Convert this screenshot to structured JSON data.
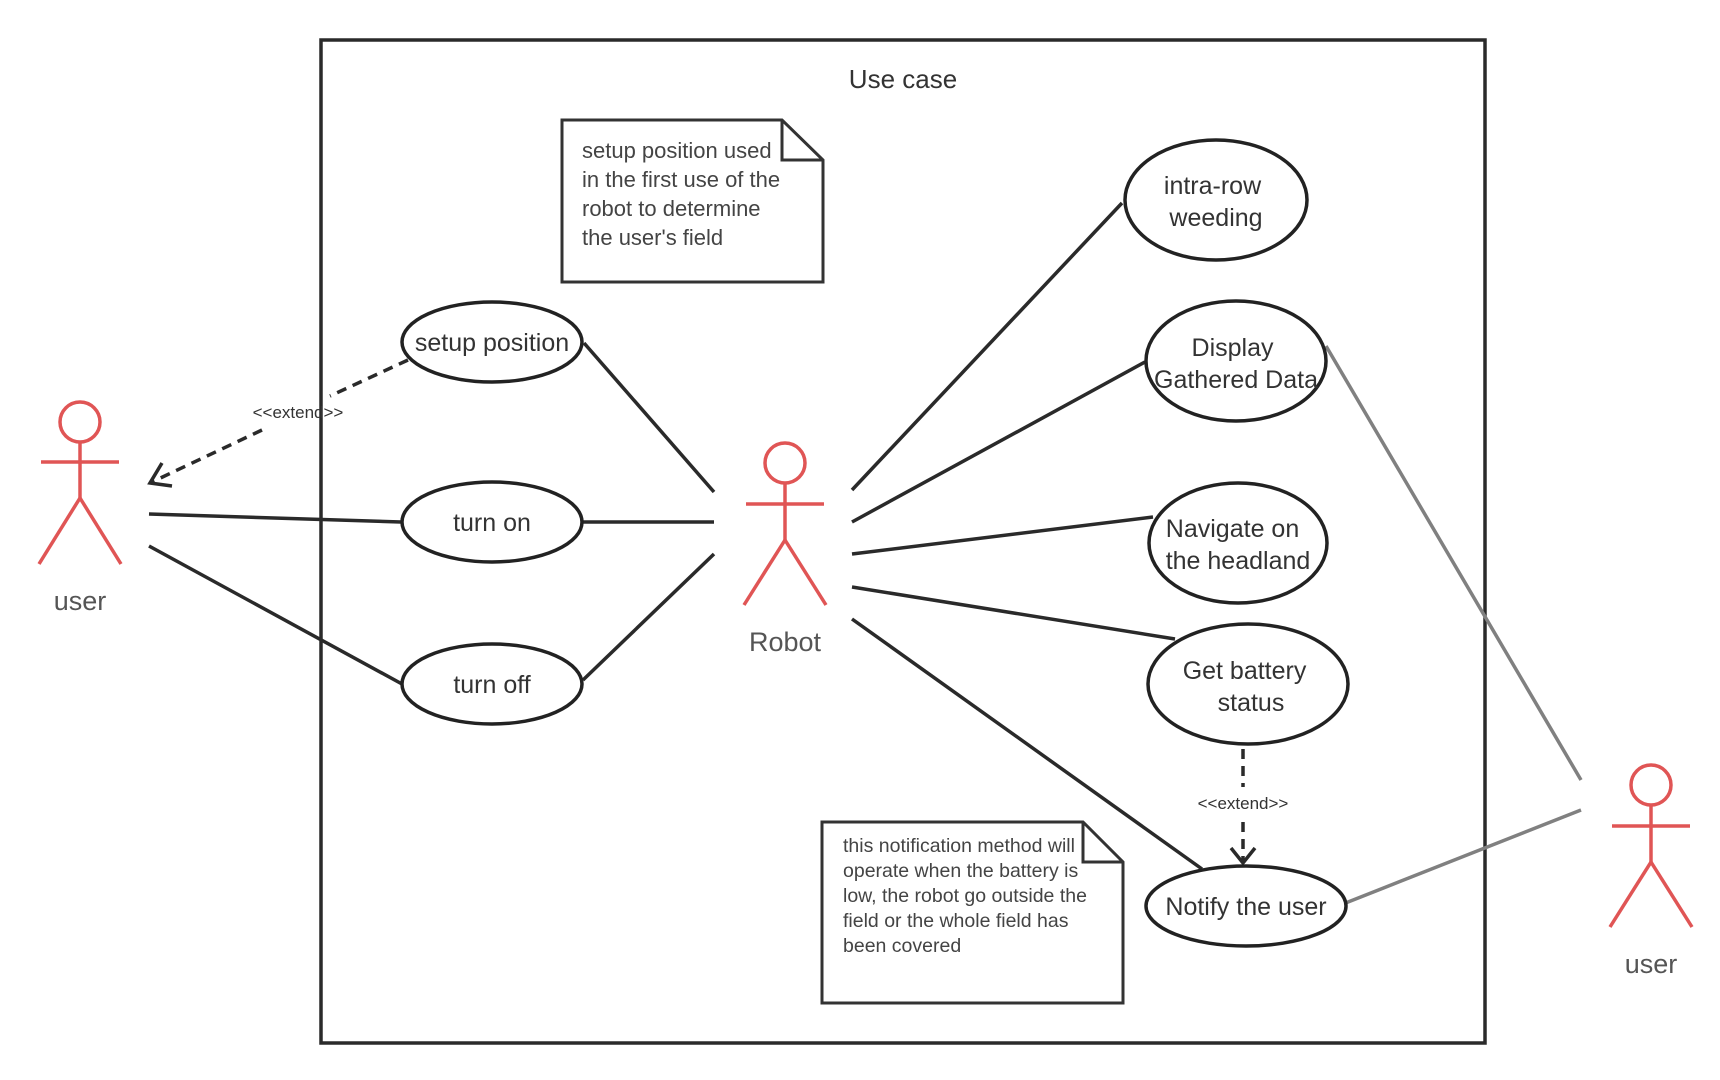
{
  "system_boundary": {
    "title": "Use case"
  },
  "actors": {
    "left_user": "user",
    "robot": "Robot",
    "right_user": "user"
  },
  "use_cases": {
    "setup_position": [
      "setup position"
    ],
    "turn_on": [
      "turn on"
    ],
    "turn_off": [
      "turn off"
    ],
    "intra_row_weeding": [
      "intra-row",
      "weeding"
    ],
    "display_gathered_data": [
      "Display",
      "Gathered Data"
    ],
    "navigate_headland": [
      "Navigate on",
      "the headland"
    ],
    "get_battery_status": [
      "Get battery",
      "status"
    ],
    "notify_user": [
      "Notify the user"
    ]
  },
  "relations": {
    "extend_setup": "<<extend>>",
    "extend_notify": "<<extend>>"
  },
  "notes": {
    "setup_note": [
      "setup position used",
      "in the first use of the",
      "robot to determine",
      "the user's field"
    ],
    "notification_note": [
      "this notification method will",
      "operate when the battery is",
      "low, the robot go outside the",
      "field or the whole field has",
      "been covered"
    ]
  },
  "colors": {
    "actor": "#e05555",
    "line": "#2a2a2a",
    "gray_line": "#808080"
  }
}
